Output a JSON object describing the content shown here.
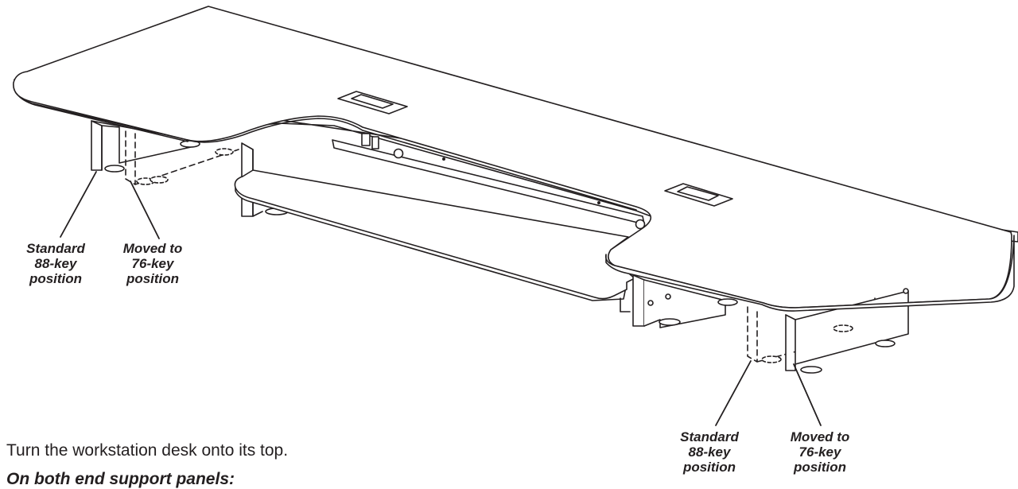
{
  "callouts": {
    "left_standard": "Standard\n88-key\nposition",
    "left_moved": "Moved to\n76-key\nposition",
    "right_standard": "Standard\n88-key\nposition",
    "right_moved": "Moved to\n76-key\nposition"
  },
  "instruction": "Turn the workstation desk onto its top.",
  "subheading": "On both end support panels:",
  "colors": {
    "line": "#231f20",
    "fill": "#ffffff"
  }
}
